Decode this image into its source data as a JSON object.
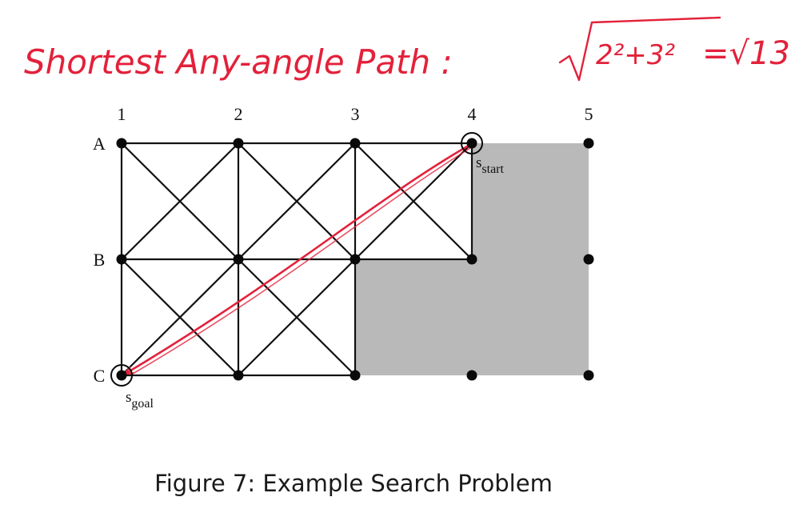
{
  "annotation": {
    "text": "Shortest Any-angle Path :",
    "formula_radicand": "2²+3²",
    "formula_result": "=√13",
    "color": "#e3213a"
  },
  "grid": {
    "columns": [
      "1",
      "2",
      "3",
      "4",
      "5"
    ],
    "rows": [
      "A",
      "B",
      "C"
    ],
    "blocked_cells": [
      {
        "row": 0,
        "col": 3
      },
      {
        "row": 1,
        "col": 2
      },
      {
        "row": 1,
        "col": 3
      }
    ],
    "blocked_color": "#b9b9b9",
    "start": {
      "label": "s",
      "sub": "start",
      "row": 0,
      "col": 3
    },
    "goal": {
      "label": "s",
      "sub": "goal",
      "row": 2,
      "col": 0
    },
    "path": {
      "from": {
        "row": 0,
        "col": 3
      },
      "to": {
        "row": 2,
        "col": 0
      },
      "color": "#e3213a"
    }
  },
  "caption": "Figure 7: Example Search Problem"
}
